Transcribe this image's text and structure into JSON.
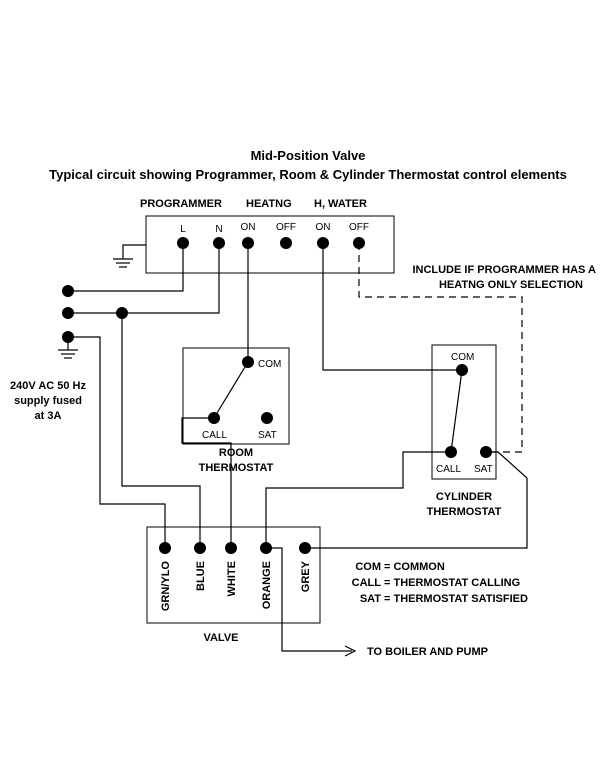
{
  "title": "Mid-Position Valve",
  "subtitle": "Typical circuit showing Programmer, Room & Cylinder Thermostat control elements",
  "programmer": {
    "labels": [
      "PROGRAMMER",
      "HEATNG",
      "H, WATER"
    ],
    "terminals": [
      "L",
      "N",
      "ON",
      "OFF",
      "ON",
      "OFF"
    ]
  },
  "note": [
    "INCLUDE IF PROGRAMMER HAS A",
    "HEATNG ONLY SELECTION"
  ],
  "supply": [
    "240V AC 50 Hz",
    "supply fused",
    "at 3A"
  ],
  "room_thermostat": {
    "com": "COM",
    "call": "CALL",
    "sat": "SAT",
    "label": [
      "ROOM",
      "THERMOSTAT"
    ]
  },
  "cylinder_thermostat": {
    "com": "COM",
    "call": "CALL",
    "sat": "SAT",
    "label": [
      "CYLINDER",
      "THERMOSTAT"
    ]
  },
  "valve": {
    "wires": [
      "GRN/YLO",
      "BLUE",
      "WHITE",
      "ORANGE",
      "GREY"
    ],
    "label": "VALVE"
  },
  "legend": [
    {
      "key": "COM",
      "value": "= COMMON"
    },
    {
      "key": "CALL",
      "value": "= THERMOSTAT CALLING"
    },
    {
      "key": "SAT",
      "value": "= THERMOSTAT SATISFIED"
    }
  ],
  "boiler_label": "TO BOILER AND PUMP"
}
